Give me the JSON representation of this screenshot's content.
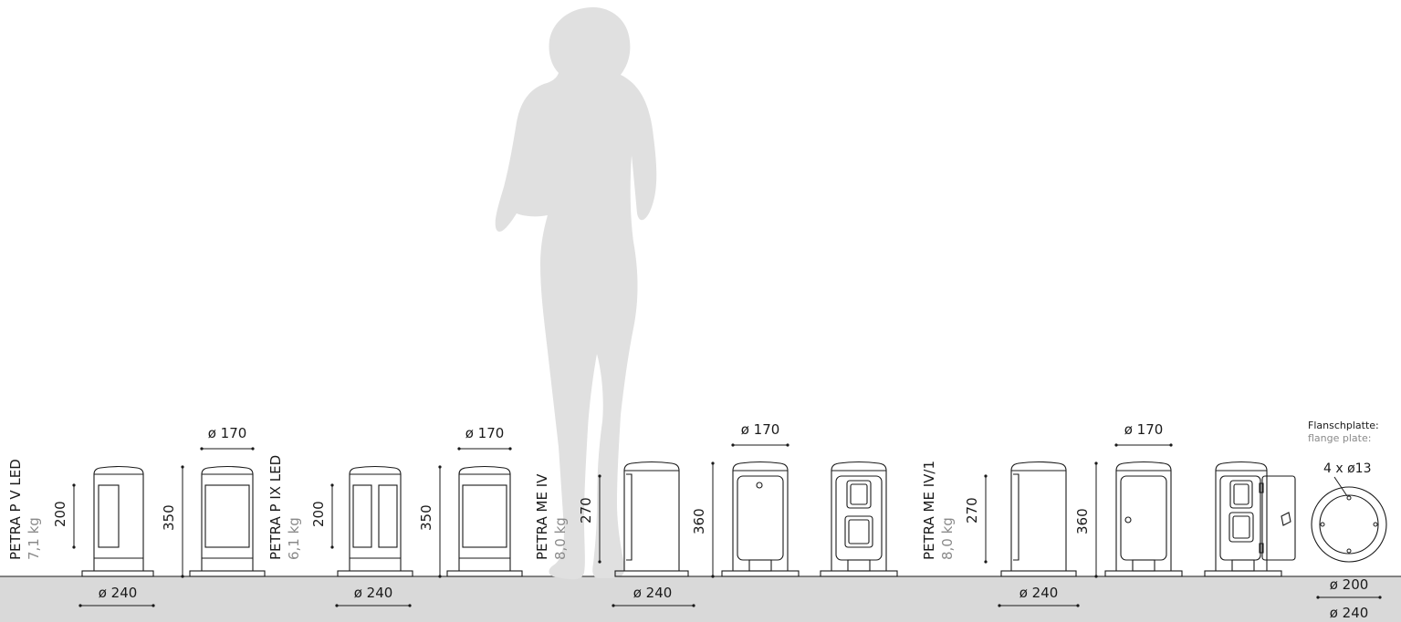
{
  "products": [
    {
      "name": "PETRA P V LED",
      "weight": "7,1 kg",
      "height_a": "200",
      "height_b": "350",
      "top_diameter": "ø 170",
      "base_diameter": "ø 240"
    },
    {
      "name": "PETRA P IX LED",
      "weight": "6,1 kg",
      "height_a": "200",
      "height_b": "350",
      "top_diameter": "ø 170",
      "base_diameter": "ø 240"
    },
    {
      "name": "PETRA ME IV",
      "weight": "8,0 kg",
      "height_a": "270",
      "height_b": "360",
      "top_diameter": "ø 170",
      "base_diameter": "ø 240"
    },
    {
      "name": "PETRA ME IV/1",
      "weight": "8,0 kg",
      "height_a": "270",
      "height_b": "360",
      "top_diameter": "ø 170",
      "base_diameter": "ø 240"
    }
  ],
  "flange": {
    "title_de": "Flanschplatte:",
    "title_en": "flange plate:",
    "holes": "4 x ø13",
    "inner_diameter": "ø 200",
    "outer_diameter": "ø 240"
  },
  "colors": {
    "ground": "#d9d9d9",
    "silhouette": "#e0e0e0",
    "line": "#1a1a1a",
    "weight_text": "#8a8a8a"
  }
}
